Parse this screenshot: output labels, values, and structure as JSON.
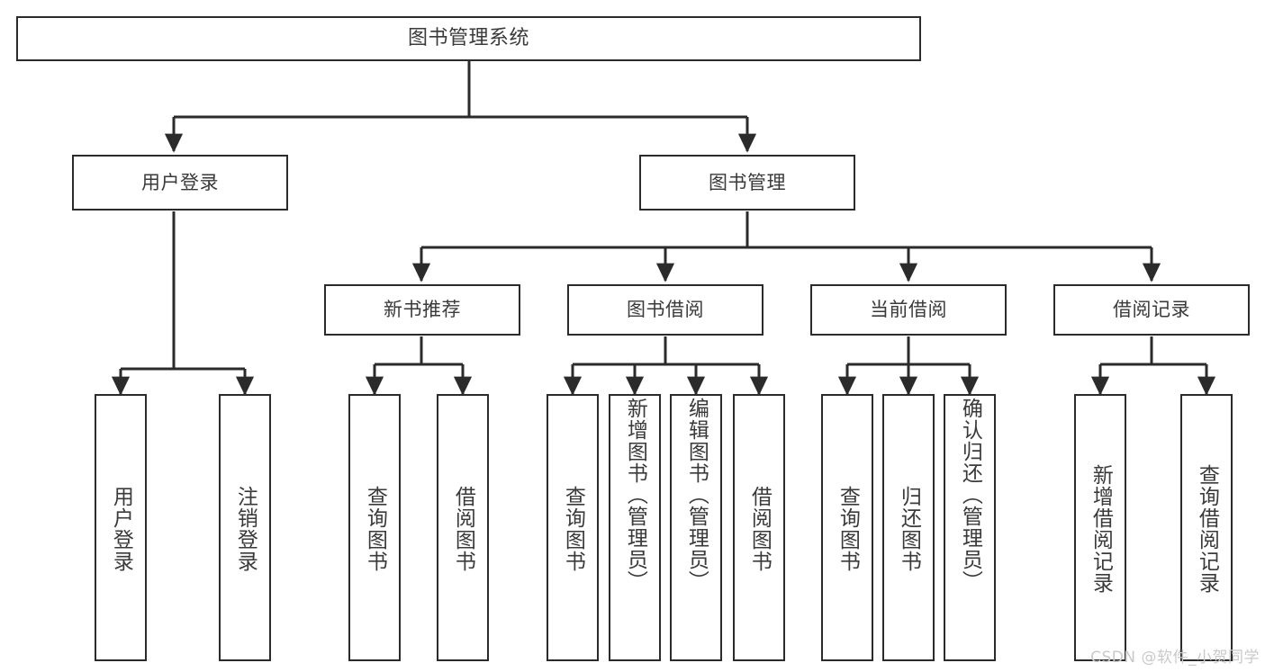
{
  "diagram": {
    "title": "图书管理系统",
    "type": "tree-structure-chart",
    "watermark": "CSDN @软件_小贺同学",
    "theme": {
      "background": "#ffffff",
      "box_border": "#2b2b2b",
      "box_fill": "#ffffff",
      "text": "#3a3a3a",
      "edge": "#2b2b2b",
      "watermark_color": "#c9c9c9"
    },
    "levels": {
      "root": {
        "label": "图书管理系统"
      },
      "level1": [
        {
          "label": "用户登录"
        },
        {
          "label": "图书管理"
        }
      ],
      "level2": [
        {
          "label": "新书推荐"
        },
        {
          "label": "图书借阅"
        },
        {
          "label": "当前借阅"
        },
        {
          "label": "借阅记录"
        }
      ],
      "leaves": [
        {
          "label": "用户登录",
          "parent": "用户登录"
        },
        {
          "label": "注销登录",
          "parent": "用户登录"
        },
        {
          "label": "查询图书",
          "parent": "新书推荐"
        },
        {
          "label": "借阅图书",
          "parent": "新书推荐"
        },
        {
          "label": "查询图书",
          "parent": "图书借阅"
        },
        {
          "label": "新增图书（管理员）",
          "parent": "图书借阅"
        },
        {
          "label": "编辑图书（管理员）",
          "parent": "图书借阅"
        },
        {
          "label": "借阅图书",
          "parent": "图书借阅"
        },
        {
          "label": "查询图书",
          "parent": "当前借阅"
        },
        {
          "label": "归还图书",
          "parent": "当前借阅"
        },
        {
          "label": "确认归还（管理员）",
          "parent": "当前借阅"
        },
        {
          "label": "新增借阅记录",
          "parent": "借阅记录"
        },
        {
          "label": "查询借阅记录",
          "parent": "借阅记录"
        }
      ]
    }
  }
}
